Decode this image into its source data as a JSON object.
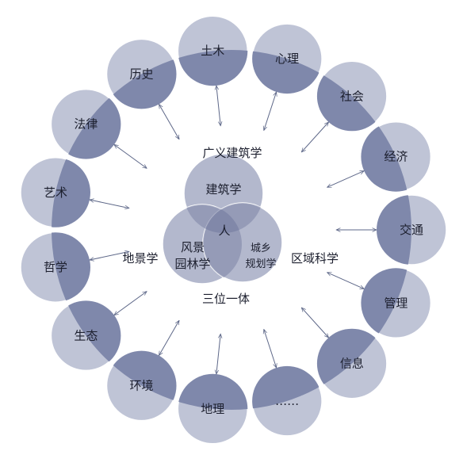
{
  "colors": {
    "node_fill": "#bfc4d6",
    "overlap_fill": "#7f88ab",
    "center_fill": "#b3b8cd",
    "center_overlap": "#7c84a5",
    "stroke": "#ffffff",
    "arrow": "#5d6788",
    "text": "#1c1f2e"
  },
  "nodes": [
    {
      "label": "土木"
    },
    {
      "label": "心理"
    },
    {
      "label": "社会"
    },
    {
      "label": "经济"
    },
    {
      "label": "交通"
    },
    {
      "label": "管理"
    },
    {
      "label": "信息"
    },
    {
      "label": "……"
    },
    {
      "label": "地理"
    },
    {
      "label": "环境"
    },
    {
      "label": "生态"
    },
    {
      "label": "哲学"
    },
    {
      "label": "艺术"
    },
    {
      "label": "法律"
    },
    {
      "label": "历史"
    }
  ],
  "center": {
    "top": "建筑学",
    "left_line1": "风景",
    "left_line2": "园林学",
    "right_line1": "城乡",
    "right_line2": "规划学",
    "middle": "人"
  },
  "labels": {
    "top": "广义建筑学",
    "left": "地景学",
    "right": "区域科学",
    "bottom": "三位一体"
  }
}
